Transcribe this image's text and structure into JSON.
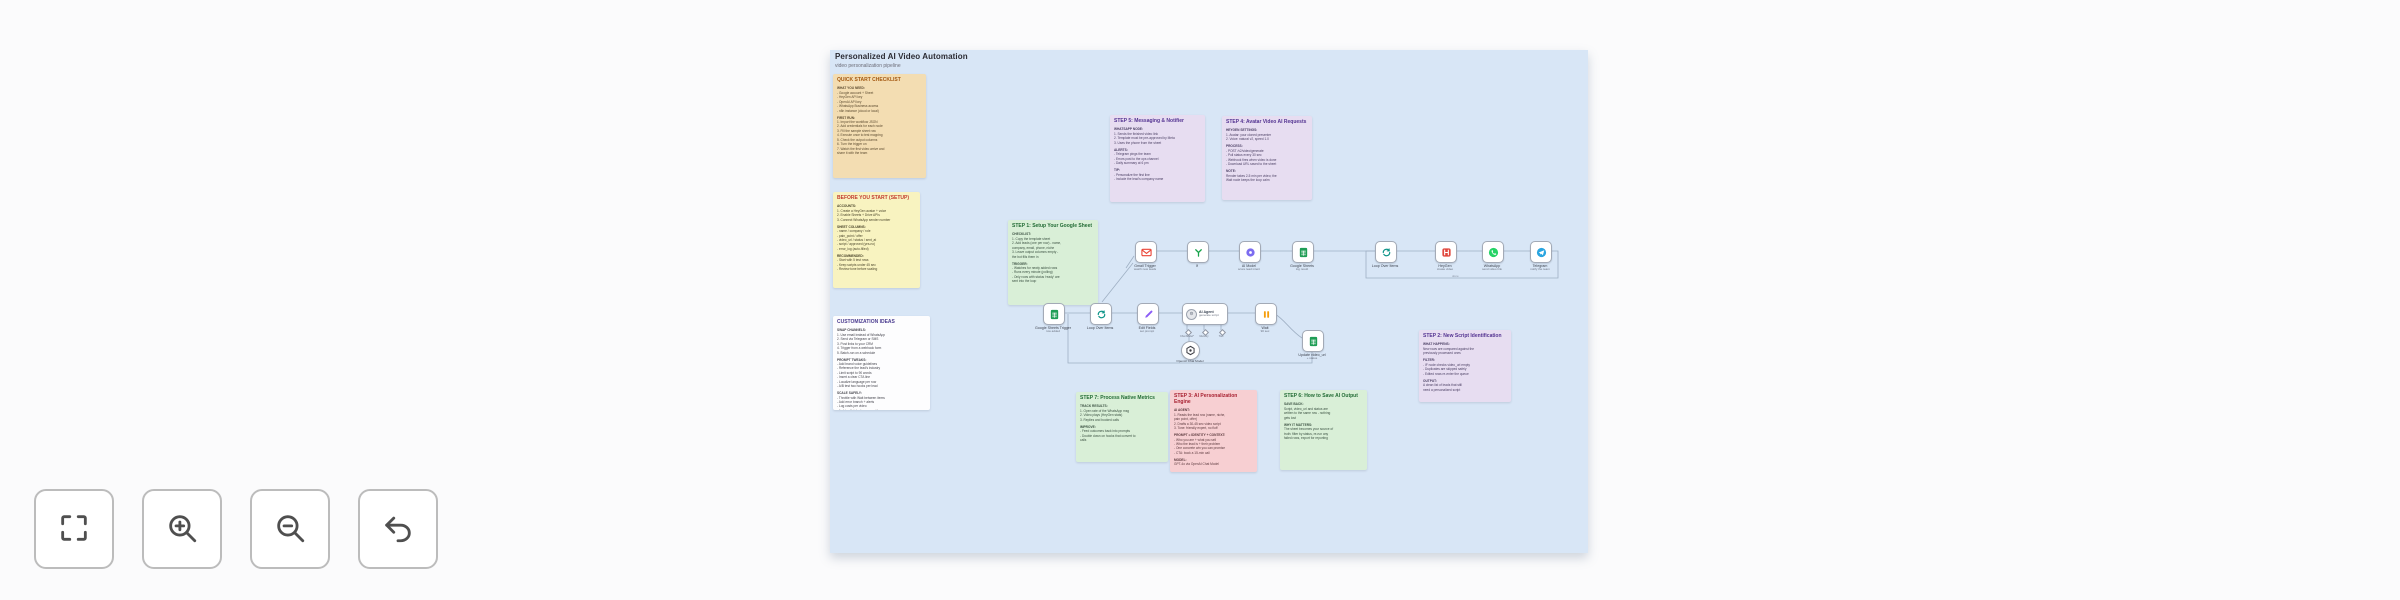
{
  "palette": {
    "board_bg": "#d8e6f6",
    "page_bg": "#fbfbfc",
    "edge": "#9fb0c4",
    "orange": {
      "bg": "#f3ddb2",
      "title": "#a3570f",
      "text": "#5b4a2f"
    },
    "yellow": {
      "bg": "#f8f3c0",
      "title": "#c23b2e",
      "text": "#4a452a"
    },
    "white": {
      "bg": "#fdfdfe",
      "title": "#4a3b8f",
      "text": "#46464e"
    },
    "purple": {
      "bg": "#e7ddf1",
      "title": "#533391",
      "text": "#4a3f63"
    },
    "green": {
      "bg": "#d9efd7",
      "title": "#226b35",
      "text": "#3c5243"
    },
    "pink": {
      "bg": "#f7cfd2",
      "title": "#a82333",
      "text": "#5c3a3e"
    },
    "icons": {
      "gmail": "#ea4335",
      "sheets": "#1f9d55",
      "whatsapp": "#25d366",
      "telegram": "#2aa5e0",
      "heygen": "#e0483e",
      "loop": "#0d9488",
      "ai": "#7c6cf0",
      "pen": "#8b5cf6",
      "wait": "#f59e0b",
      "openai": "#3f3f46",
      "branch": "#16a34a"
    }
  },
  "canvas": {
    "title": "Personalized AI Video Automation",
    "subtitle": "video personalization pipeline",
    "notes": [
      {
        "id": "quick-start",
        "color": "orange",
        "title": "QUICK START CHECKLIST",
        "sections": [
          {
            "heading": "WHAT YOU NEED:",
            "lines": [
              "- Google account + Sheet",
              "- HeyGen API key",
              "- OpenAI API key",
              "- WhatsApp Business access",
              "- n8n instance (cloud or local)"
            ]
          },
          {
            "heading": "FIRST RUN:",
            "lines": [
              "1. Import the workflow JSON",
              "2. Add credentials for each node",
              "3. Fill the sample sheet row",
              "4. Execute once to test mapping",
              "5. Check the output columns",
              "6. Turn the trigger on",
              "7. Watch the first video arrive and",
              "   share it with the team"
            ]
          }
        ]
      },
      {
        "id": "before-start",
        "color": "yellow",
        "title": "BEFORE YOU START (SETUP)",
        "sections": [
          {
            "heading": "ACCOUNTS:",
            "lines": [
              "1. Create a HeyGen avatar + voice",
              "2. Enable Sheets + Drive APIs",
              "3. Connect WhatsApp sender number"
            ]
          },
          {
            "heading": "SHEET COLUMNS:",
            "lines": [
              "- name / company / role",
              "- pain_point / offer",
              "- video_url / status / sent_at",
              "- script / approved (yes-no)",
              "- error_log (auto-filled)"
            ]
          },
          {
            "heading": "RECOMMENDED:",
            "lines": [
              "- Start with 5 test rows",
              "- Keep scripts under 45 sec",
              "- Review tone before scaling"
            ]
          }
        ]
      },
      {
        "id": "customization",
        "color": "white",
        "title": "CUSTOMIZATION IDEAS",
        "sections": [
          {
            "heading": "SWAP CHANNELS:",
            "lines": [
              "1. Use email instead of WhatsApp",
              "2. Send via Telegram or SMS",
              "3. Post links to your CRM",
              "4. Trigger from a webhook form",
              "5. Batch-run on a schedule"
            ]
          },
          {
            "heading": "PROMPT TWEAKS:",
            "lines": [
              "- Add brand voice guidelines",
              "- Reference the lead's industry",
              "- Limit script to 90 words",
              "- Insert a clear CTA line",
              "- Localize language per row",
              "- A/B test two hooks per lead"
            ]
          },
          {
            "heading": "SCALE SAFELY:",
            "lines": [
              "- Throttle with Wait between items",
              "- Add error branch + alerts",
              "- Log costs per video",
              "- Archive finished rows weekly"
            ]
          }
        ]
      },
      {
        "id": "step5",
        "color": "purple",
        "title": "STEP 5: Messaging & Notifier",
        "sections": [
          {
            "heading": "WHATSAPP NODE:",
            "lines": [
              "1. Sends the finished video link",
              "2. Template must be pre-approved by Meta",
              "3. Uses the phone from the sheet"
            ]
          },
          {
            "heading": "ALERTS:",
            "lines": [
              "- Telegram pings the team",
              "- Errors post to the ops channel",
              "- Daily summary at 6 pm"
            ]
          },
          {
            "heading": "TIP:",
            "lines": [
              "- Personalize the first line",
              "- Include the lead's company name"
            ]
          }
        ]
      },
      {
        "id": "step4",
        "color": "purple",
        "title": "STEP 4: Avatar Video AI Requests",
        "sections": [
          {
            "heading": "HEYGEN SETTINGS:",
            "lines": [
              "1. Avatar: your cloned presenter",
              "2. Voice: natural v2, speed 1.0"
            ]
          },
          {
            "heading": "PROCESS:",
            "lines": [
              "- POST /v2/video/generate",
              "- Poll status every 30 sec",
              "- Webhook fires when video is done",
              "- Download URL saved to the sheet"
            ]
          },
          {
            "heading": "NOTE:",
            "lines": [
              "Render takes 2-5 min per video; the",
              "Wait node keeps the loop calm"
            ]
          }
        ]
      },
      {
        "id": "step1",
        "color": "green",
        "title": "STEP 1: Setup Your Google Sheet",
        "sections": [
          {
            "heading": "CHECKLIST:",
            "lines": [
              "1. Copy the template sheet",
              "2. Add leads (one per row) - name,",
              "   company, email, phone, niche",
              "3. Leave output columns empty -",
              "   the bot fills them in"
            ]
          },
          {
            "heading": "TRIGGER:",
            "lines": [
              "- Watches for newly added rows",
              "- Runs every minute (polling)",
              "- Only rows with status 'ready' are",
              "  sent into the loop"
            ]
          }
        ]
      },
      {
        "id": "step2",
        "color": "purple",
        "title": "STEP 2: New Script Identification",
        "sections": [
          {
            "heading": "WHAT HAPPENS:",
            "lines": [
              "New rows are compared against the",
              "previously processed ones"
            ]
          },
          {
            "heading": "FILTER:",
            "lines": [
              "- IF node checks video_url empty",
              "- Duplicates are skipped safely",
              "- Edited rows re-enter the queue"
            ]
          },
          {
            "heading": "OUTPUT:",
            "lines": [
              "A clean list of leads that still",
              "need a personalized script"
            ]
          }
        ]
      },
      {
        "id": "step7",
        "color": "green",
        "title": "STEP 7: Process Native Metrics",
        "sections": [
          {
            "heading": "TRACK RESULTS:",
            "lines": [
              "1. Open rate of the WhatsApp msg",
              "2. Video plays (HeyGen stats)",
              "3. Replies and booked calls"
            ]
          },
          {
            "heading": "IMPROVE:",
            "lines": [
              "- Feed outcomes back into prompts",
              "- Double down on hooks that convert to",
              "  calls"
            ]
          }
        ]
      },
      {
        "id": "step3",
        "color": "pink",
        "title": "STEP 3: AI Personalization Engine",
        "sections": [
          {
            "heading": "AI AGENT:",
            "lines": [
              "1. Reads the lead row (name, niche,",
              "   pain point, offer)",
              "2. Drafts a 30-45 sec video script",
              "3. Tone: friendly expert, no fluff"
            ]
          },
          {
            "heading": "PROMPT = IDENTITY + CONTEXT:",
            "lines": [
              "- Who you are + what you sell",
              "- Who the lead is + their problem",
              "- One concrete win you can promise",
              "- CTA: book a 15-min call"
            ]
          },
          {
            "heading": "MODEL:",
            "lines": [
              "GPT-4o via OpenAI Chat Model"
            ]
          }
        ]
      },
      {
        "id": "step6",
        "color": "green",
        "title": "STEP 6: How to Save AI Output",
        "sections": [
          {
            "heading": "SAVE BACK:",
            "lines": [
              "Script, video_url and status are",
              "written to the same row - nothing",
              "gets lost"
            ]
          },
          {
            "heading": "WHY IT MATTERS:",
            "lines": [
              "The sheet becomes your source of",
              "truth: filter by status, re-run any",
              "failed rows, export for reporting"
            ]
          }
        ]
      }
    ],
    "flow": {
      "row1_left": [
        {
          "id": "gmail-trigger",
          "icon": "gmail",
          "label": "Gmail Trigger",
          "sub": "watch new leads"
        },
        {
          "id": "if-filter",
          "icon": "branch",
          "label": "If",
          "sub": ""
        },
        {
          "id": "ai-model",
          "icon": "ai",
          "label": "AI Model",
          "sub": "score lead intent"
        },
        {
          "id": "sheets-log",
          "icon": "sheets",
          "label": "Google Sheets",
          "sub": "log result"
        }
      ],
      "row1_right": [
        {
          "id": "loop-items-2",
          "icon": "loop",
          "label": "Loop Over Items",
          "sub": ""
        },
        {
          "id": "heygen",
          "icon": "heygen",
          "label": "HeyGen",
          "sub": "create video"
        },
        {
          "id": "whatsapp",
          "icon": "whatsapp",
          "label": "WhatsApp",
          "sub": "send video link"
        },
        {
          "id": "telegram",
          "icon": "telegram",
          "label": "Telegram",
          "sub": "notify the team"
        }
      ],
      "row2": [
        {
          "id": "sheets-trigger",
          "icon": "sheets",
          "label": "Google Sheets Trigger",
          "sub": "row added"
        },
        {
          "id": "loop-items",
          "icon": "loop",
          "label": "Loop Over Items",
          "sub": ""
        },
        {
          "id": "edit-fields",
          "icon": "pen",
          "label": "Edit Fields",
          "sub": "set prompt"
        },
        {
          "id": "wait",
          "icon": "wait",
          "label": "Wait",
          "sub": "90 sec"
        },
        {
          "id": "sheets-update",
          "icon": "sheets",
          "label": "Update video_url",
          "sub": "+ status"
        }
      ],
      "ai_agent": {
        "id": "ai-agent",
        "label": "AI Agent",
        "sub": "generate script",
        "ports": [
          "Chat Model*",
          "Memory",
          "Tool"
        ]
      },
      "openai": {
        "id": "openai-model",
        "icon": "openai",
        "label": "OpenAI Chat Model"
      },
      "loop_label": "done"
    }
  },
  "toolbar": {
    "buttons": [
      {
        "id": "fit-view",
        "icon": "fullscreen",
        "title": "Fit view"
      },
      {
        "id": "zoom-in",
        "icon": "zoom-in",
        "title": "Zoom in"
      },
      {
        "id": "zoom-out",
        "icon": "zoom-out",
        "title": "Zoom out"
      },
      {
        "id": "undo",
        "icon": "undo",
        "title": "Undo"
      }
    ]
  }
}
